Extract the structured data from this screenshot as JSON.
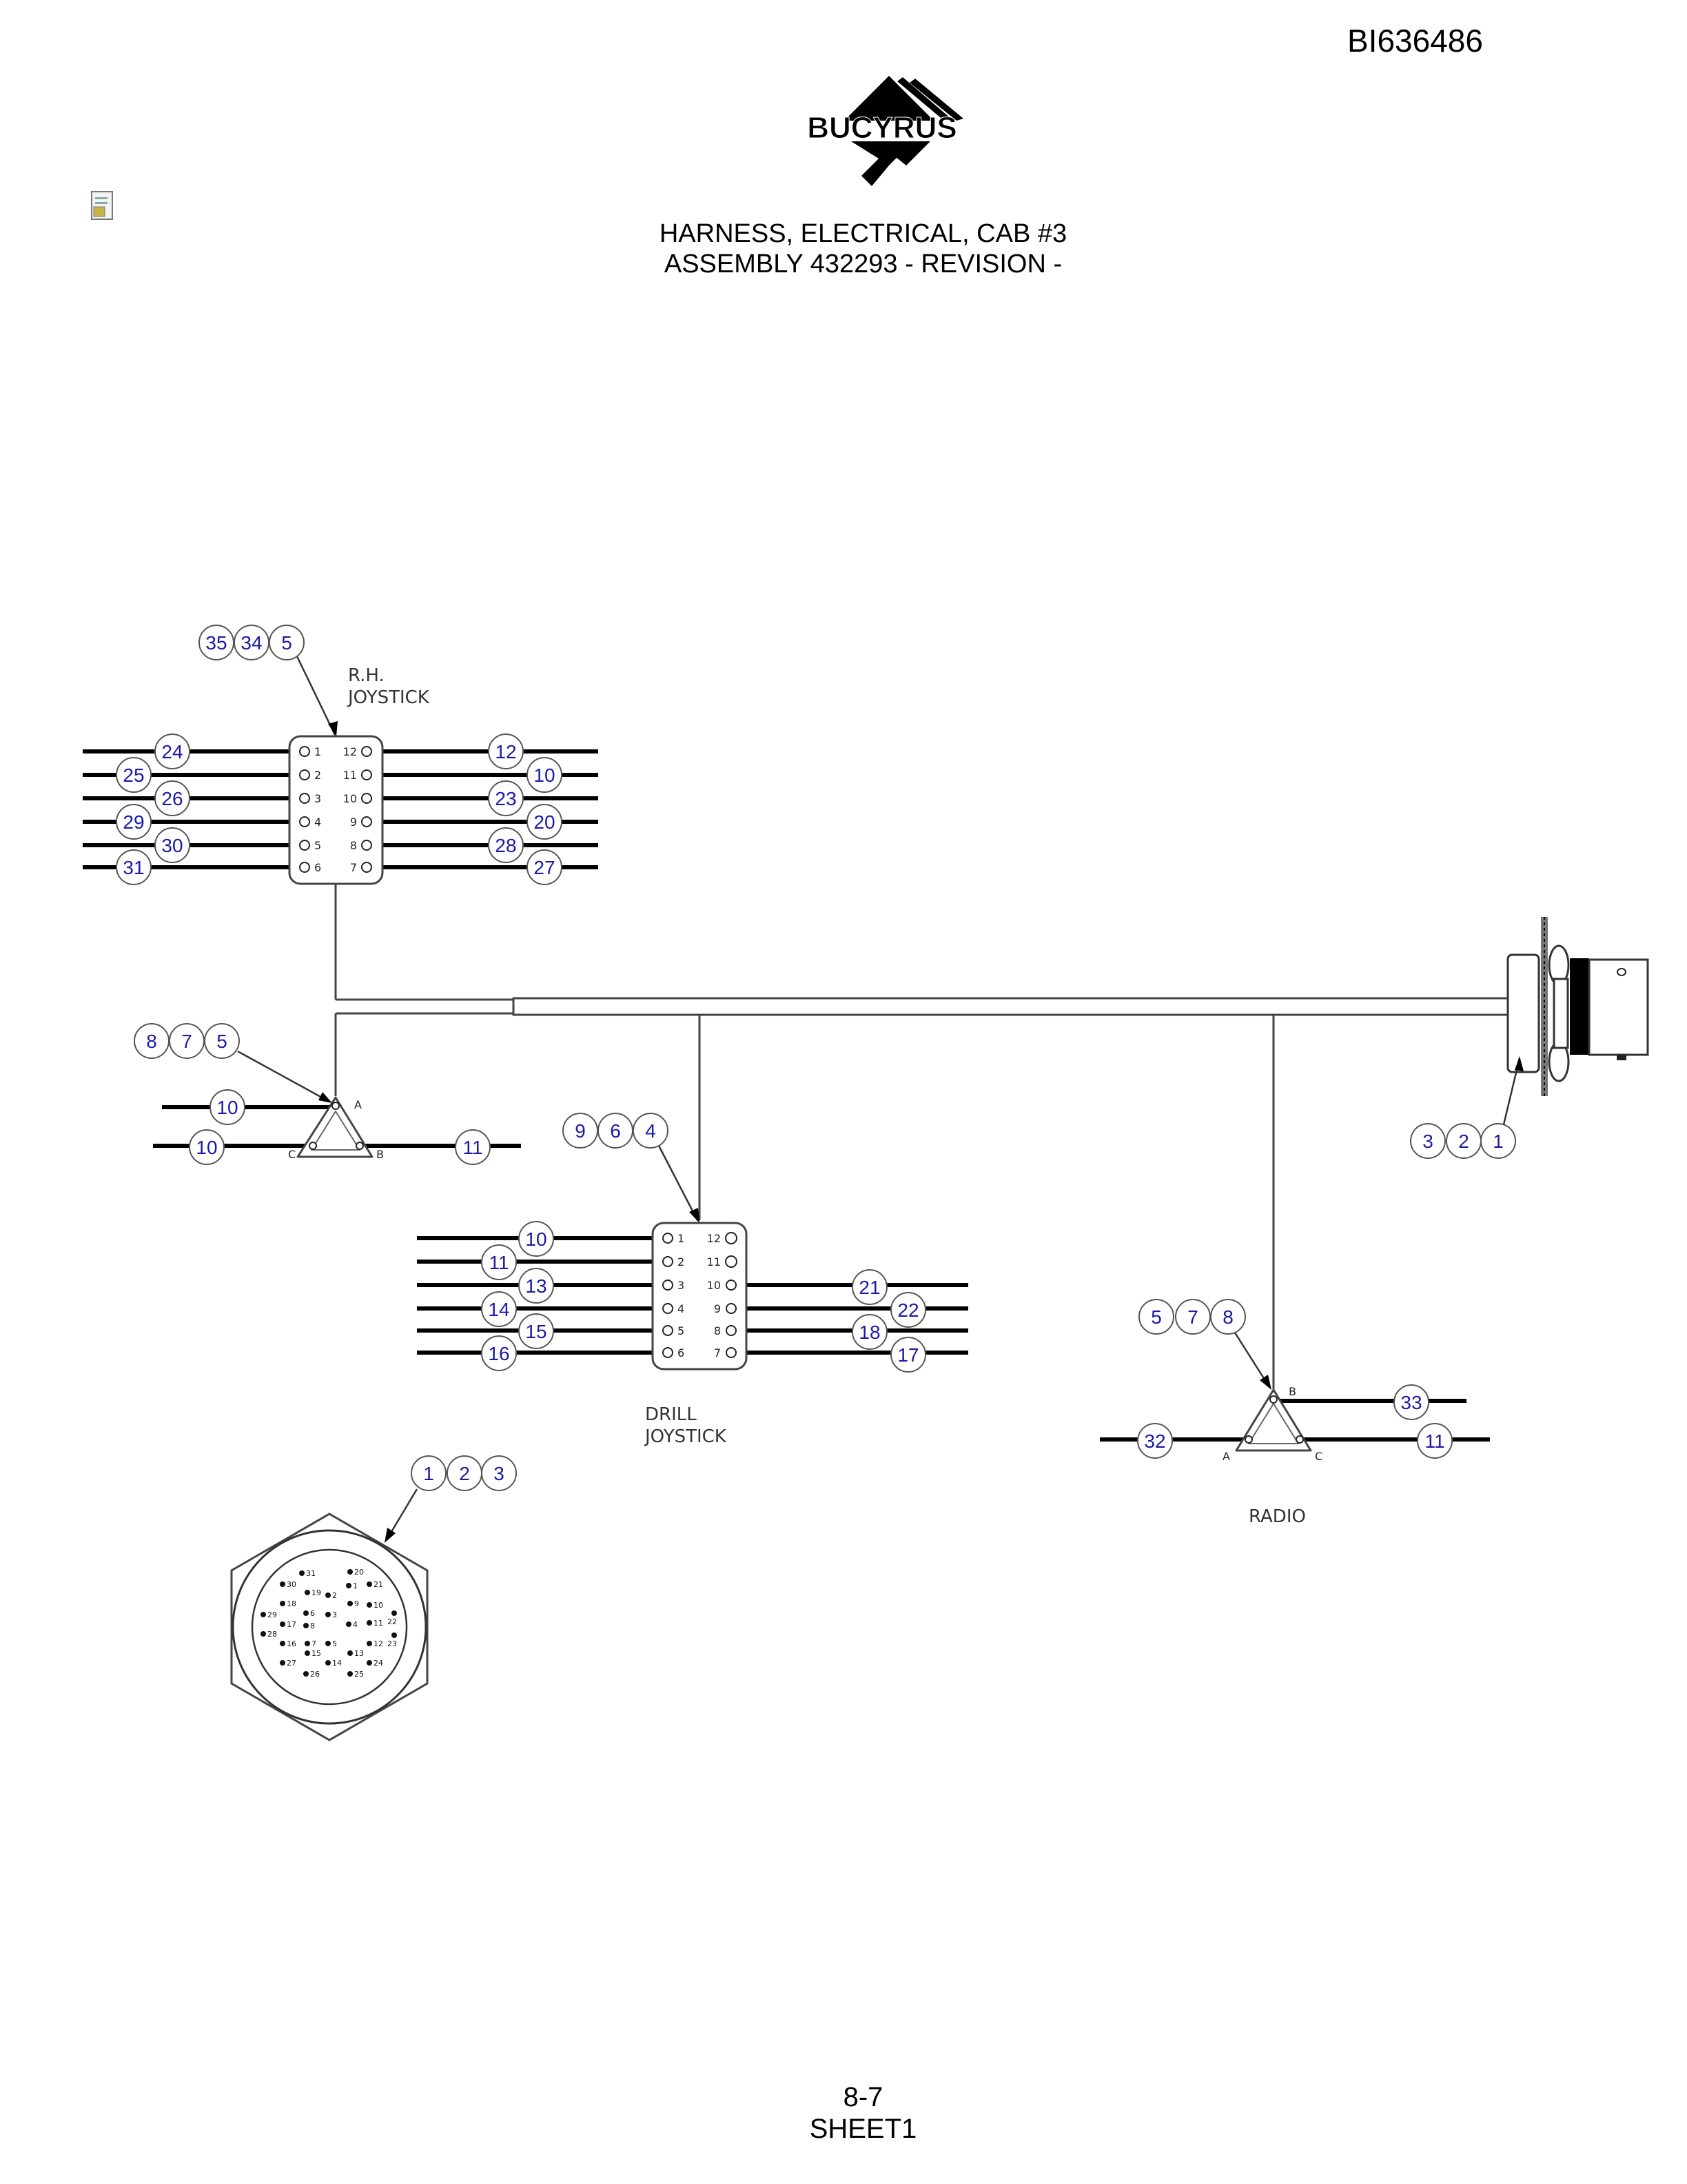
{
  "doc_id": "BI636486",
  "logo_text": "BUCYRUS",
  "title_line1": "HARNESS, ELECTRICAL, CAB #3",
  "title_line2": "ASSEMBLY 432293 - REVISION -",
  "footer_page": "8-7",
  "footer_sheet": "SHEET1",
  "rh_joystick": {
    "label_line1": "R.H.",
    "label_line2": "JOYSTICK",
    "parts": [
      "35",
      "34",
      "5"
    ],
    "left_wires": [
      "24",
      "25",
      "26",
      "29",
      "30",
      "31"
    ],
    "right_wires": [
      "12",
      "10",
      "23",
      "20",
      "28",
      "27"
    ],
    "left_pins": [
      "1",
      "2",
      "3",
      "4",
      "5",
      "6"
    ],
    "right_pins": [
      "12",
      "11",
      "10",
      "9",
      "8",
      "7"
    ]
  },
  "connector_a": {
    "parts": [
      "8",
      "7",
      "5"
    ],
    "wires": [
      "10",
      "10",
      "11"
    ],
    "pins": [
      "A",
      "C",
      "B"
    ]
  },
  "drill_joystick": {
    "label_line1": "DRILL",
    "label_line2": "JOYSTICK",
    "parts": [
      "9",
      "6",
      "4"
    ],
    "left_wires": [
      "10",
      "11",
      "13",
      "14",
      "15",
      "16"
    ],
    "right_wires": [
      "21",
      "22",
      "18",
      "17"
    ],
    "left_pins": [
      "1",
      "2",
      "3",
      "4",
      "5",
      "6"
    ],
    "right_pins": [
      "12",
      "11",
      "10",
      "9",
      "8",
      "7"
    ]
  },
  "radio": {
    "label": "RADIO",
    "parts": [
      "5",
      "7",
      "8"
    ],
    "wires": [
      "33",
      "32",
      "11"
    ],
    "pins": [
      "B",
      "A",
      "C"
    ]
  },
  "bulkhead": {
    "parts": [
      "3",
      "2",
      "1"
    ]
  },
  "face_view": {
    "parts": [
      "1",
      "2",
      "3"
    ],
    "pin_numbers": [
      "31",
      "30",
      "20",
      "19",
      "21",
      "18",
      "29",
      "9",
      "10",
      "17",
      "22",
      "23",
      "8",
      "16",
      "15",
      "11",
      "12",
      "27",
      "28",
      "14",
      "13",
      "24",
      "25",
      "26",
      "1",
      "2",
      "3",
      "4",
      "5",
      "6",
      "7"
    ]
  },
  "colors": {
    "callout_text": "#1a1aa8",
    "line": "#000000"
  }
}
